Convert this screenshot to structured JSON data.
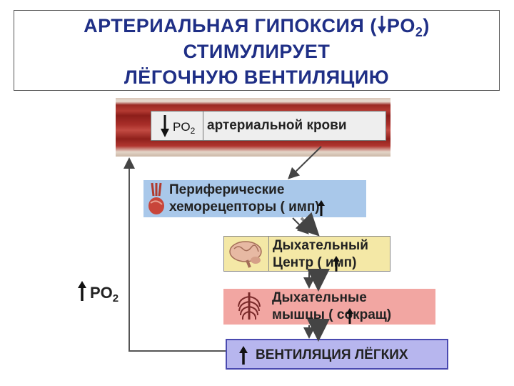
{
  "title": {
    "line1_prefix": "АРТЕРИАЛЬНАЯ ГИПОКСИЯ  (",
    "line1_po2": "PO",
    "line1_sub": "2",
    "line1_suffix": ")",
    "line2": "СТИМУЛИРУЕТ",
    "line3": "ЛЁГОЧНУЮ ВЕНТИЛЯЦИЮ"
  },
  "vessel": {
    "po2": "PO",
    "sub": "2",
    "text": "артериальной крови"
  },
  "peripheral": {
    "line1": "Периферические",
    "line2": "хеморецепторы (   имп)"
  },
  "center": {
    "line1": "Дыхательный",
    "line2": "Центр (   имп)"
  },
  "muscles": {
    "line1": "Дыхательные",
    "line2": "мышцы (   сокращ)"
  },
  "ventilation": {
    "text": "ВЕНТИЛЯЦИЯ ЛЁГКИХ"
  },
  "feedback": {
    "po2": "PO",
    "sub": "2"
  },
  "colors": {
    "title": "#1f2f86",
    "peripheral_bg": "#a9c8ea",
    "center_bg": "#f4e8a6",
    "muscles_bg": "#f2a6a2",
    "ventilation_bg": "#b7b6ee"
  }
}
